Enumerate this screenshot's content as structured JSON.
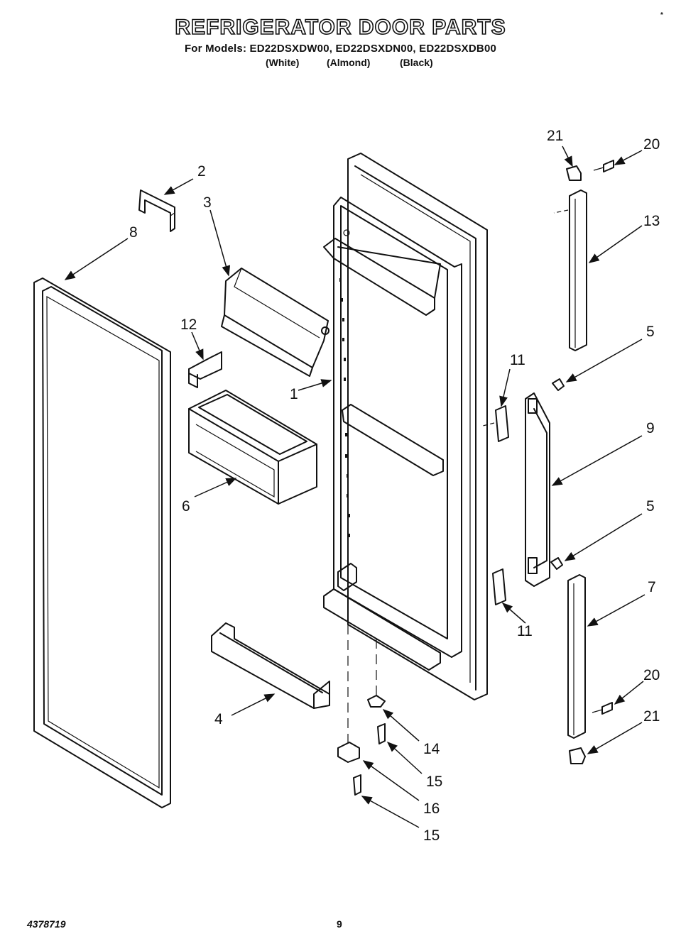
{
  "header": {
    "title": "REFRIGERATOR DOOR PARTS",
    "subtitle": "For Models: ED22DSXDW00, ED22DSXDN00, ED22DSXDB00",
    "variants": [
      "(White)",
      "(Almond)",
      "(Black)"
    ]
  },
  "corner_mark": "*",
  "footer": {
    "document_number": "4378719",
    "page_number": "9"
  },
  "callouts": [
    {
      "id": "c1",
      "label": "1"
    },
    {
      "id": "c2",
      "label": "2"
    },
    {
      "id": "c3",
      "label": "3"
    },
    {
      "id": "c4",
      "label": "4"
    },
    {
      "id": "c5a",
      "label": "5"
    },
    {
      "id": "c5b",
      "label": "5"
    },
    {
      "id": "c6",
      "label": "6"
    },
    {
      "id": "c7",
      "label": "7"
    },
    {
      "id": "c8",
      "label": "8"
    },
    {
      "id": "c9",
      "label": "9"
    },
    {
      "id": "c11a",
      "label": "11"
    },
    {
      "id": "c11b",
      "label": "11"
    },
    {
      "id": "c12",
      "label": "12"
    },
    {
      "id": "c13",
      "label": "13"
    },
    {
      "id": "c14",
      "label": "14"
    },
    {
      "id": "c15a",
      "label": "15"
    },
    {
      "id": "c15b",
      "label": "15"
    },
    {
      "id": "c16",
      "label": "16"
    },
    {
      "id": "c20a",
      "label": "20"
    },
    {
      "id": "c20b",
      "label": "20"
    },
    {
      "id": "c21a",
      "label": "21"
    },
    {
      "id": "c21b",
      "label": "21"
    }
  ]
}
